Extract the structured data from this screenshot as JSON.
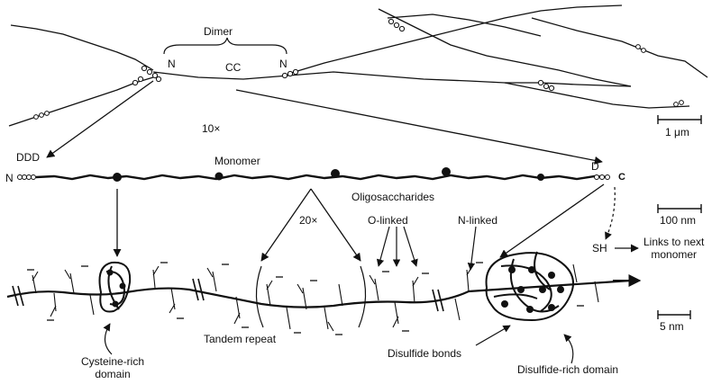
{
  "top": {
    "dimer": "Dimer",
    "n_left": "N",
    "cc": "CC",
    "n_right": "N",
    "magnify": "10×"
  },
  "middle": {
    "ddd": "DDD",
    "n": "N",
    "monomer": "Monomer",
    "d": "D",
    "c": "C",
    "oligosaccharides": "Oligosaccharides",
    "o_linked": "O-linked",
    "n_linked": "N-linked",
    "repeat_count": "20×"
  },
  "bottom": {
    "sh": "SH",
    "links": "Links to next\nmonomer",
    "tandem_repeat": "Tandem repeat",
    "cysteine_domain": "Cysteine-rich\ndomain",
    "disulfide_bonds": "Disulfide bonds",
    "disulfide_domain": "Disulfide-rich domain"
  },
  "scales": {
    "top": "1 μm",
    "middle": "100 nm",
    "bottom": "5 nm"
  }
}
